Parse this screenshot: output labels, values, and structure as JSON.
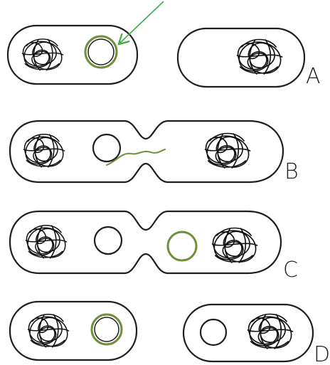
{
  "stages": [
    {
      "label": "A"
    },
    {
      "label": "B"
    },
    {
      "label": "C"
    },
    {
      "label": "D"
    }
  ],
  "colors": {
    "outline": "#1f1f1f",
    "plasmid_highlight": "#6f8f3a",
    "arrow": "#3fae3f"
  }
}
